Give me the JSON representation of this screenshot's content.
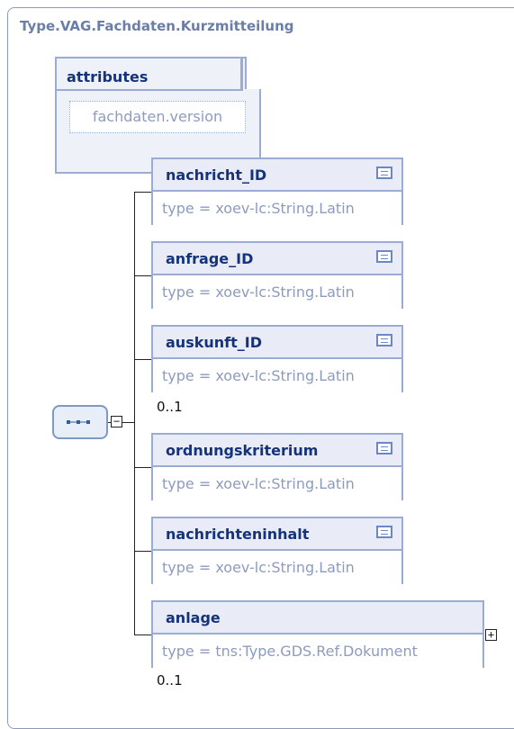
{
  "type_name": "Type.VAG.Fachdaten.Kurzmitteilung",
  "attributes": {
    "title": "attributes",
    "items": [
      "fachdaten.version"
    ]
  },
  "elements": [
    {
      "name": "nachricht_ID",
      "type": "type = xoev-lc:String.Latin"
    },
    {
      "name": "anfrage_ID",
      "type": "type = xoev-lc:String.Latin"
    },
    {
      "name": "auskunft_ID",
      "type": "type = xoev-lc:String.Latin",
      "cardinality": "0..1"
    },
    {
      "name": "ordnungskriterium",
      "type": "type = xoev-lc:String.Latin"
    },
    {
      "name": "nachrichteninhalt",
      "type": "type = xoev-lc:String.Latin"
    },
    {
      "name": "anlage",
      "type": "type = tns:Type.GDS.Ref.Dokument",
      "cardinality": "0..1"
    }
  ],
  "icons": {
    "sequence": "sequence-icon",
    "collapse": "minus-toggle-icon",
    "expand": "plus-toggle-icon",
    "documentation": "documentation-icon"
  },
  "colors": {
    "title": "#6b7ea8",
    "element_name": "#15337a",
    "border": "#9aacd1",
    "type_text": "#8c9bbf"
  }
}
